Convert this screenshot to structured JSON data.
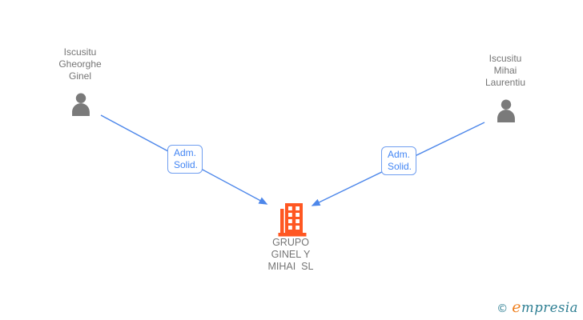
{
  "colors": {
    "edge": "#4d87ea",
    "edge_label_border": "#6f9ef0",
    "edge_label_text": "#4285f4",
    "person_icon": "#7a7a7a",
    "person_text": "#757575",
    "company_icon": "#ff5722",
    "company_text": "#757575",
    "watermark_teal": "#2e7f93",
    "watermark_orange": "#ef8020",
    "background": "#ffffff"
  },
  "persons": [
    {
      "name": "Iscusitu Gheorghe Ginel",
      "lines": [
        "Iscusitu",
        "Gheorghe",
        "Ginel"
      ]
    },
    {
      "name": "Iscusitu Mihai Laurentiu",
      "lines": [
        "Iscusitu",
        "Mihai",
        "Laurentiu"
      ]
    }
  ],
  "edges": [
    {
      "from": "Iscusitu Gheorghe Ginel",
      "to": "GRUPO GINEL Y MIHAI SL",
      "label_lines": [
        "Adm.",
        "Solid."
      ]
    },
    {
      "from": "Iscusitu Mihai Laurentiu",
      "to": "GRUPO GINEL Y MIHAI SL",
      "label_lines": [
        "Adm.",
        "Solid."
      ]
    }
  ],
  "company": {
    "name": "GRUPO GINEL Y MIHAI SL",
    "lines": [
      "GRUPO",
      "GINEL Y",
      "MIHAI  SL"
    ]
  },
  "watermark": {
    "copyright": "©",
    "brand_first": "e",
    "brand_rest": "mpresia"
  }
}
